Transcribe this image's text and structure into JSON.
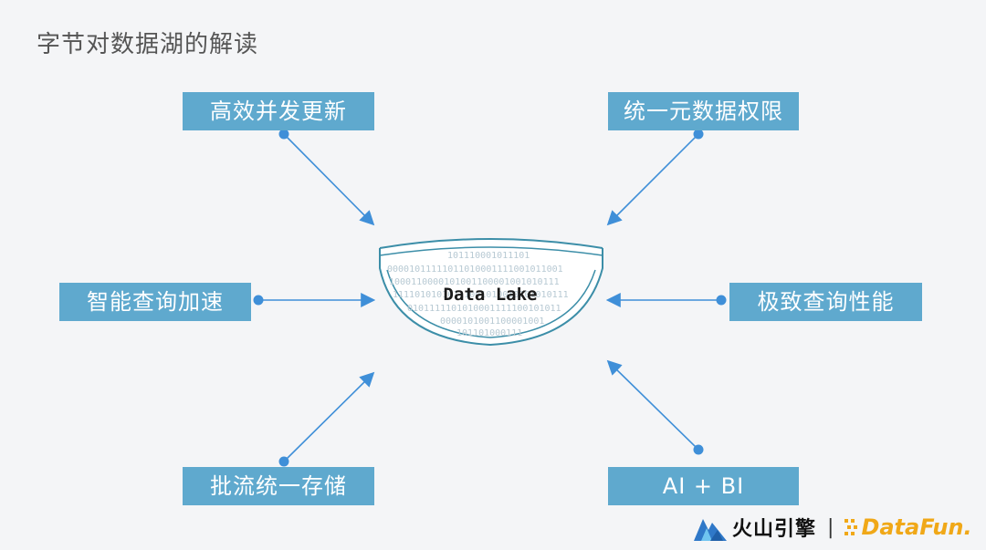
{
  "title": "字节对数据湖的解读",
  "center": {
    "label": "Data Lake",
    "binary_lines": [
      "101110001011101",
      "00001011111011010001111001011001",
      "1000110000101001100001001010111",
      "11110101010111001010010101010111",
      "0101111101010001111100101011",
      "0000101001100001001",
      "101101000111"
    ]
  },
  "features": {
    "top_left": "高效并发更新",
    "top_right": "统一元数据权限",
    "mid_left": "智能查询加速",
    "mid_right": "极致查询性能",
    "bottom_left": "批流统一存储",
    "bottom_right": "AI + BI"
  },
  "footer": {
    "brand1": "火山引擎",
    "separator": "|",
    "brand2": "DataFun."
  },
  "colors": {
    "box": "#5fa9ce",
    "arrow": "#3f8fd8",
    "lake_outline": "#3c8ea8",
    "brand2": "#f0a818"
  }
}
